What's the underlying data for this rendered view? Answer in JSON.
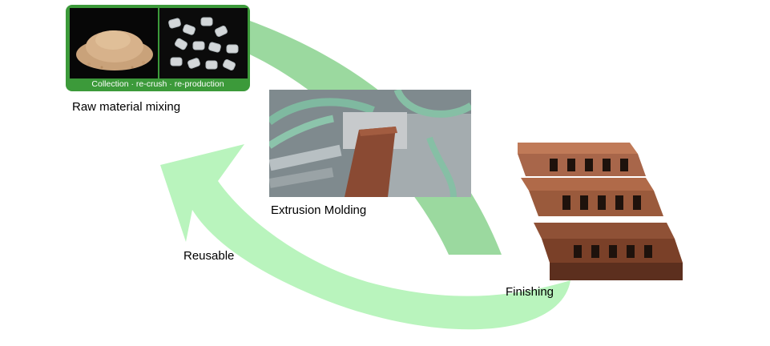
{
  "steps": {
    "raw": {
      "label": "Raw material mixing",
      "caption": "Collection · re-crush · re-production"
    },
    "extrusion": {
      "label": "Extrusion Molding"
    },
    "finishing": {
      "label": "Finishing"
    },
    "reusable": {
      "label": "Reusable"
    }
  },
  "colors": {
    "arrow_dark": "#96d79a",
    "arrow_light": "#b9f4bd",
    "frame_green": "#3c9a3a",
    "wood": "#8a4a33"
  },
  "icons": {
    "raw_image": "sawdust-and-plastic-pellets-photo",
    "extrusion_image": "extrusion-machine-photo",
    "product_image": "wpc-deck-boards-photo"
  }
}
